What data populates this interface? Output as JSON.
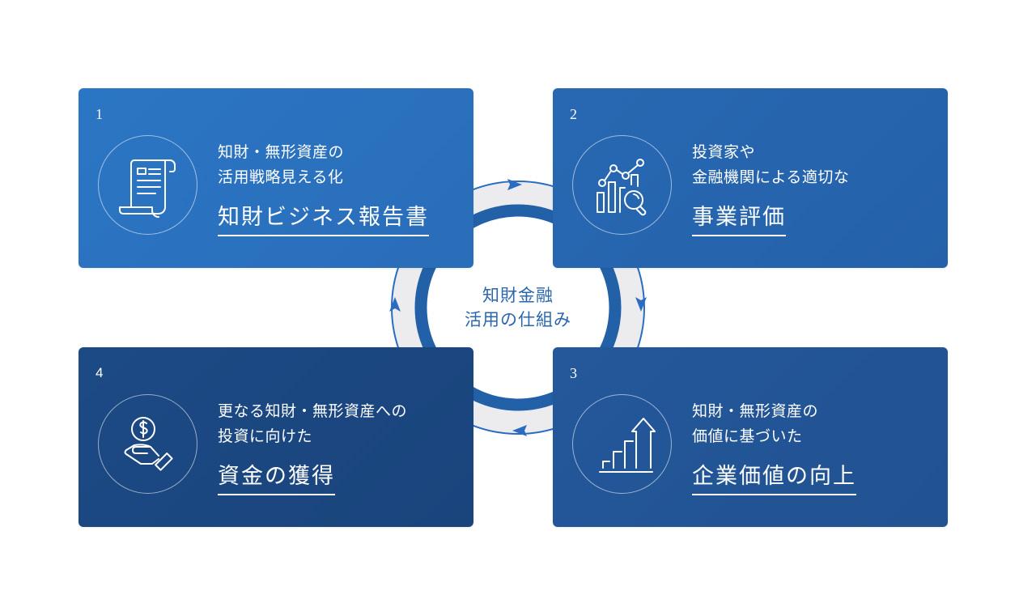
{
  "center": {
    "line1": "知財金融",
    "line2": "活用の仕組み"
  },
  "colors": {
    "card1": "#2a72c0",
    "card2": "#2664ad",
    "card3": "#235597",
    "card4": "#1b4680",
    "ring_dark": "#2260a8",
    "ring_light": "#ececee",
    "arrow": "#2a6cc0",
    "center_text": "#2a66ad"
  },
  "cards": [
    {
      "number": "1",
      "icon": "document-scroll-icon",
      "subtitle_line1": "知財・無形資産の",
      "subtitle_line2": "活用戦略見える化",
      "title": "知財ビジネス報告書"
    },
    {
      "number": "2",
      "icon": "chart-magnifier-icon",
      "subtitle_line1": "投資家や",
      "subtitle_line2": "金融機関による適切な",
      "title": "事業評価"
    },
    {
      "number": "3",
      "icon": "growth-arrow-icon",
      "subtitle_line1": "知財・無形資産の",
      "subtitle_line2": "価値に基づいた",
      "title": "企業価値の向上"
    },
    {
      "number": "4",
      "icon": "hand-coin-icon",
      "subtitle_line1": "更なる知財・無形資産への",
      "subtitle_line2": "投資に向けた",
      "title": "資金の獲得"
    }
  ],
  "cycle_arrows": [
    {
      "from": "1",
      "to": "2",
      "direction": "right"
    },
    {
      "from": "2",
      "to": "3",
      "direction": "down"
    },
    {
      "from": "3",
      "to": "4",
      "direction": "left"
    },
    {
      "from": "4",
      "to": "1",
      "direction": "up"
    }
  ]
}
